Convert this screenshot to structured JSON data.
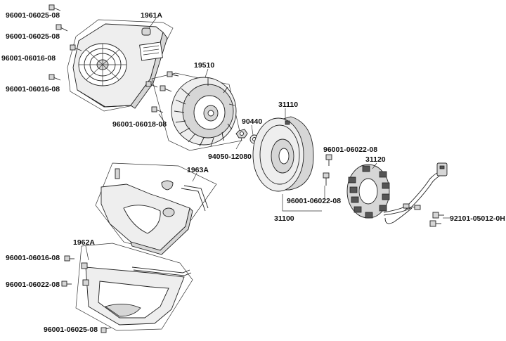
{
  "labels": {
    "p1": "96001-06025-08",
    "p2": "1961A",
    "p3": "96001-06025-08",
    "p4": "96001-06016-08",
    "p5": "96001-06016-08",
    "p6": "19510",
    "p7": "96001-06018-08",
    "p8": "90440",
    "p9": "94050-12080",
    "p10": "31110",
    "p11": "96001-06022-08",
    "p12": "31120",
    "p13": "96001-06022-08",
    "p14": "31100",
    "p15": "92101-05012-0H",
    "p16": "1963A",
    "p17": "1962A",
    "p18": "96001-06016-08",
    "p19": "96001-06022-08",
    "p20": "96001-06025-08"
  },
  "icons": [
    "bolt-icon",
    "washer-icon",
    "nut-icon",
    "connector-icon"
  ]
}
